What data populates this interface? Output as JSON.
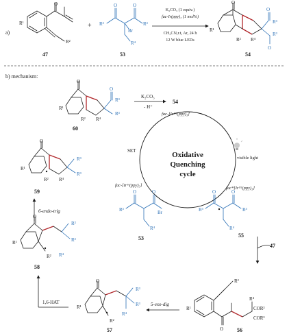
{
  "part_a_label": "a)",
  "part_b_label": "b) mechanism:",
  "compounds": {
    "c47": "47",
    "c53": "53",
    "c54": "54",
    "c55": "55",
    "c56": "56",
    "c57": "57",
    "c58": "58",
    "c59": "59",
    "c60": "60"
  },
  "conditions_a": [
    "K₂CO₃ (1 equiv.)",
    "fac-Ir(ppy)₃ (1 mol%)",
    "CH₃CN,r.t, Ar, 24 h",
    "12 W blue LEDs"
  ],
  "cycle_title": [
    "Oxidative",
    "Quenching",
    "cycle"
  ],
  "cycle_species": {
    "ir3": "fac-[Irᴵᴵᴵ(ppy)₃]",
    "ir3_excited": "fac*[Irᴵᴵᴵ(ppy)₃]",
    "ir4": "fac-[Irᴵᵛ(ppy)₃]"
  },
  "steps": {
    "visible_light": "visible light",
    "set": "SET",
    "base_top": "K₂CO₃",
    "minus_h": "- H⁺",
    "exo": "5-exo-dig",
    "endo": "6-endo-trig",
    "hat": "1,6-HAT"
  },
  "plus_sign": "+",
  "groups": {
    "r1": "R¹",
    "r2": "R²",
    "r3": "R³",
    "r4": "R⁴",
    "o": "O",
    "br": "Br",
    "cor3": "COR³"
  },
  "colors": {
    "blue": "#2a6fb5",
    "red": "#b0262a",
    "green": "#1e8a3c",
    "ink": "#1a1a1a"
  }
}
